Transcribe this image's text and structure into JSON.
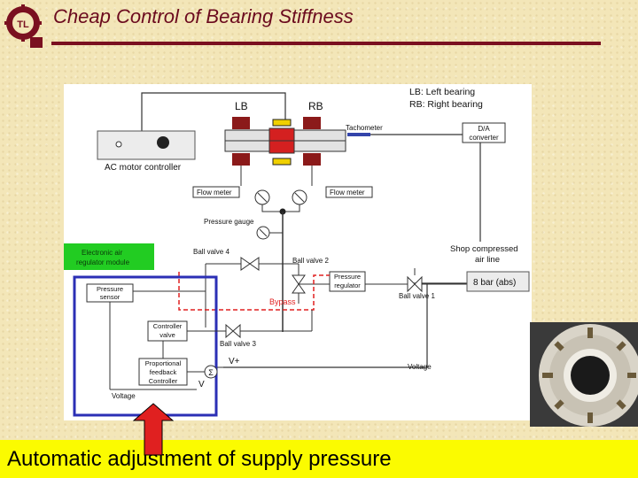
{
  "slide": {
    "title": "Cheap Control of Bearing Stiffness",
    "caption": "Automatic adjustment of supply pressure",
    "logo_text": "TL"
  },
  "diagram": {
    "labels": {
      "lb": "LB",
      "rb": "RB",
      "legend_lb": "LB: Left bearing",
      "legend_rb": "RB: Right bearing",
      "tachometer": "Tachometer",
      "da_converter_1": "D/A",
      "da_converter_2": "converter",
      "ac_motor": "AC motor controller",
      "flow_meter_left": "Flow meter",
      "flow_meter_right": "Flow meter",
      "pressure_gauge": "Pressure gauge",
      "electronic_1": "Electronic air",
      "electronic_2": "regulator module",
      "ball_valve_4": "Ball valve 4",
      "ball_valve_2": "Ball valve 2",
      "shop_air_1": "Shop compressed",
      "shop_air_2": "air line",
      "supply": "8 bar (abs)",
      "pressure_sensor_1": "Pressure",
      "pressure_sensor_2": "sensor",
      "pressure_reg_1": "Pressure",
      "pressure_reg_2": "regulator",
      "ball_valve_1": "Ball valve 1",
      "bypass": "Bypass",
      "controller_valve_1": "Controller",
      "controller_valve_2": "valve",
      "ball_valve_3": "Ball valve 3",
      "v_plus": "V+",
      "sigma": "Σ",
      "v_minus": "V",
      "prop_1": "Proportional",
      "prop_2": "feedback",
      "prop_3": "Controller",
      "voltage_right": "Voltage",
      "voltage_left": "Voltage"
    }
  },
  "colors": {
    "title": "#6b0a1e",
    "rule": "#7a1020",
    "module_box": "#2b2fb5",
    "module_label_bg": "#22cc22",
    "bypass": "#e02020",
    "bearing": "#8b1a1a",
    "caption_bg": "#fbfb00",
    "arrow": "#e02020"
  }
}
